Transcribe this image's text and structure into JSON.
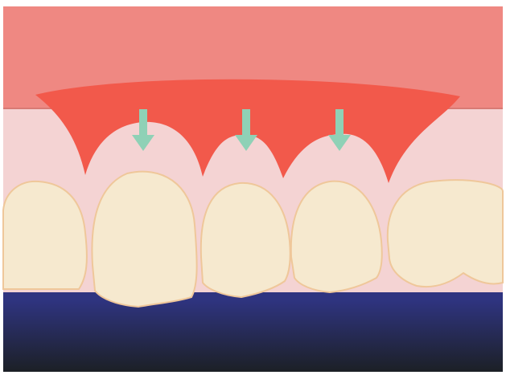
{
  "colors": {
    "upper_band": "#ef8882",
    "upper_band_line": "#d87a74",
    "gum": "#f4d3d3",
    "inflamed_gum": "#f2594b",
    "tooth": "#f6e9cf",
    "tooth_outline": "#efc79a",
    "arrow": "#8fd1b6",
    "mouth_dark_top": "#2f3480",
    "mouth_dark_bottom": "#1c2026",
    "frame": "#ffffff"
  },
  "diagram": {
    "teeth": [
      {
        "name": "left-incisor"
      },
      {
        "name": "central-incisor-left"
      },
      {
        "name": "central-incisor-right"
      },
      {
        "name": "lateral-incisor-right"
      },
      {
        "name": "right-incisor"
      }
    ],
    "arrows": [
      {
        "name": "recession-arrow-left",
        "icon": "down-arrow-icon"
      },
      {
        "name": "recession-arrow-middle",
        "icon": "down-arrow-icon"
      },
      {
        "name": "recession-arrow-right",
        "icon": "down-arrow-icon"
      }
    ]
  }
}
